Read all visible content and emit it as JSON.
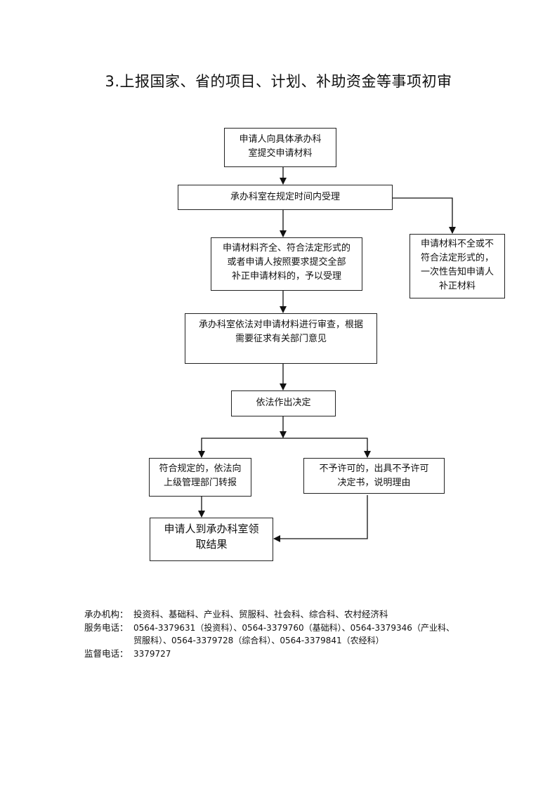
{
  "title": "3.上报国家、省的项目、计划、补助资金等事项初审",
  "flow": {
    "step1": {
      "lines": [
        "申请人向具体承办科",
        "室提交申请材料"
      ]
    },
    "step2": {
      "lines": [
        "承办科室在规定时间内受理"
      ]
    },
    "step3": {
      "lines": [
        "申请材料齐全、符合法定形式的",
        "或者申请人按照要求提交全部",
        "补正申请材料的，予以受理"
      ]
    },
    "step_incomplete": {
      "lines": [
        "申请材料不全或不",
        "符合法定形式的，",
        "一次性告知申请人",
        "补正材料"
      ]
    },
    "step4": {
      "lines": [
        "承办科室依法对申请材料进行审查，根据",
        "需要征求有关部门意见"
      ]
    },
    "step5": {
      "lines": [
        "依法作出决定"
      ]
    },
    "step_approve": {
      "lines": [
        "符合规定的，依法向",
        "上级管理部门转报"
      ]
    },
    "step_reject": {
      "lines": [
        "不予许可的，出具不予许可",
        "决定书，说明理由"
      ]
    },
    "step_result": {
      "lines": [
        "申请人到承办科室领",
        "取结果"
      ]
    }
  },
  "footer": {
    "agency_label": "承办机构：",
    "agency_value": "投资科、基础科、产业科、贸服科、社会科、综合科、农村经济科",
    "phone_label": "服务电话：",
    "phone_line1": "0564-3379631（投资科）、0564-3379760（基础科）、0564-3379346（产业科、",
    "phone_line2": "贸服科）、0564-3379728（综合科）、0564-3379841（农经科）",
    "supervise_label": "监督电话：",
    "supervise_value": "3379727"
  }
}
